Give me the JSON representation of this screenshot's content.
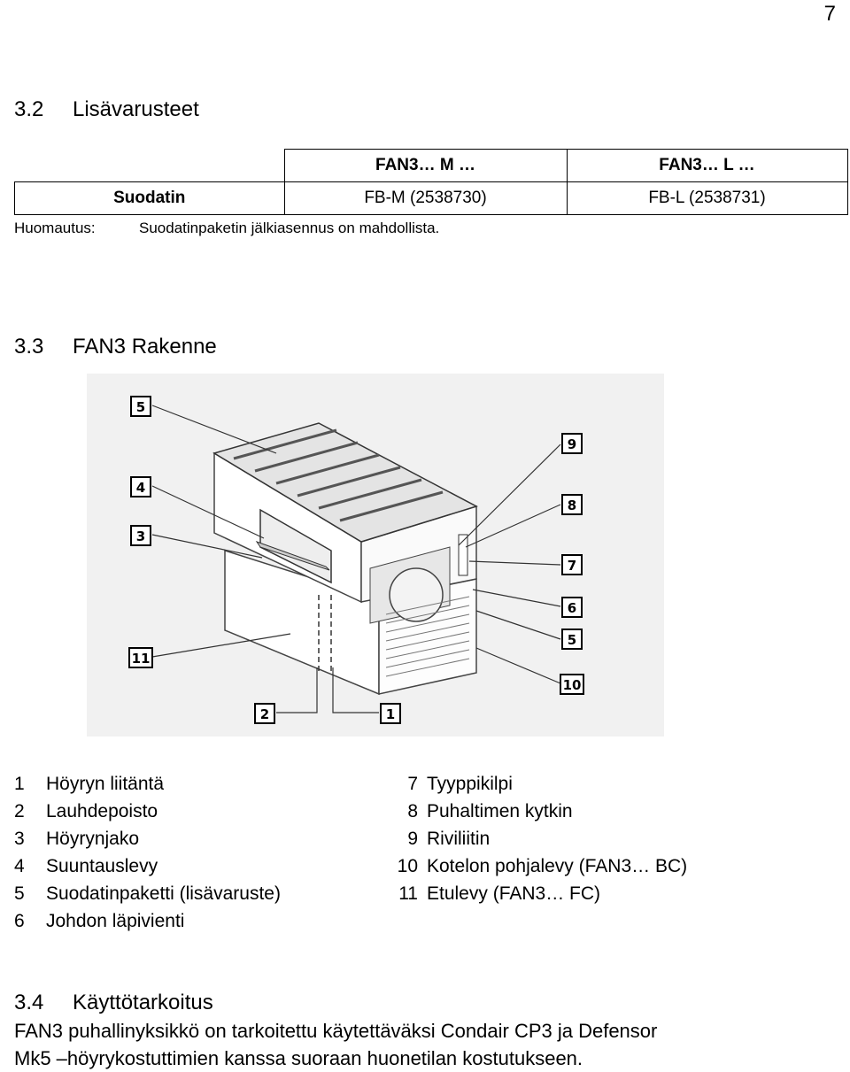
{
  "page_number": "7",
  "section_32": {
    "num": "3.2",
    "title": "Lisävarusteet"
  },
  "table": {
    "col1_header": "FAN3… M …",
    "col2_header": "FAN3… L …",
    "row_label": "Suodatin",
    "col1_value": "FB-M (2538730)",
    "col2_value": "FB-L (2538731)"
  },
  "note": {
    "label": "Huomautus:",
    "text": "Suodatinpaketin jälkiasennus on mahdollista."
  },
  "section_33": {
    "num": "3.3",
    "title": "FAN3 Rakenne"
  },
  "callouts": [
    "5",
    "4",
    "3",
    "11",
    "2",
    "1",
    "9",
    "8",
    "7",
    "6",
    "5",
    "10"
  ],
  "legend_left": [
    {
      "n": "1",
      "text": "Höyryn liitäntä"
    },
    {
      "n": "2",
      "text": "Lauhdepoisto"
    },
    {
      "n": "3",
      "text": "Höyrynjako"
    },
    {
      "n": "4",
      "text": "Suuntauslevy"
    },
    {
      "n": "5",
      "text": "Suodatinpaketti (lisävaruste)"
    },
    {
      "n": "6",
      "text": "Johdon läpivienti"
    }
  ],
  "legend_right": [
    {
      "n": "7",
      "text": "Tyyppikilpi"
    },
    {
      "n": "8",
      "text": "Puhaltimen kytkin"
    },
    {
      "n": "9",
      "text": "Riviliitin"
    },
    {
      "n": "10",
      "text": "Kotelon pohjalevy (FAN3… BC)"
    },
    {
      "n": "11",
      "text": "Etulevy  (FAN3… FC)"
    }
  ],
  "section_34": {
    "num": "3.4",
    "title": "Käyttötarkoitus"
  },
  "paragraph": {
    "line1": "FAN3 puhallinyksikkö on tarkoitettu käytettäväksi Condair CP3 ja Defensor",
    "line2": "Mk5 –höyrykostuttimien kanssa suoraan huonetilan kostutukseen."
  }
}
